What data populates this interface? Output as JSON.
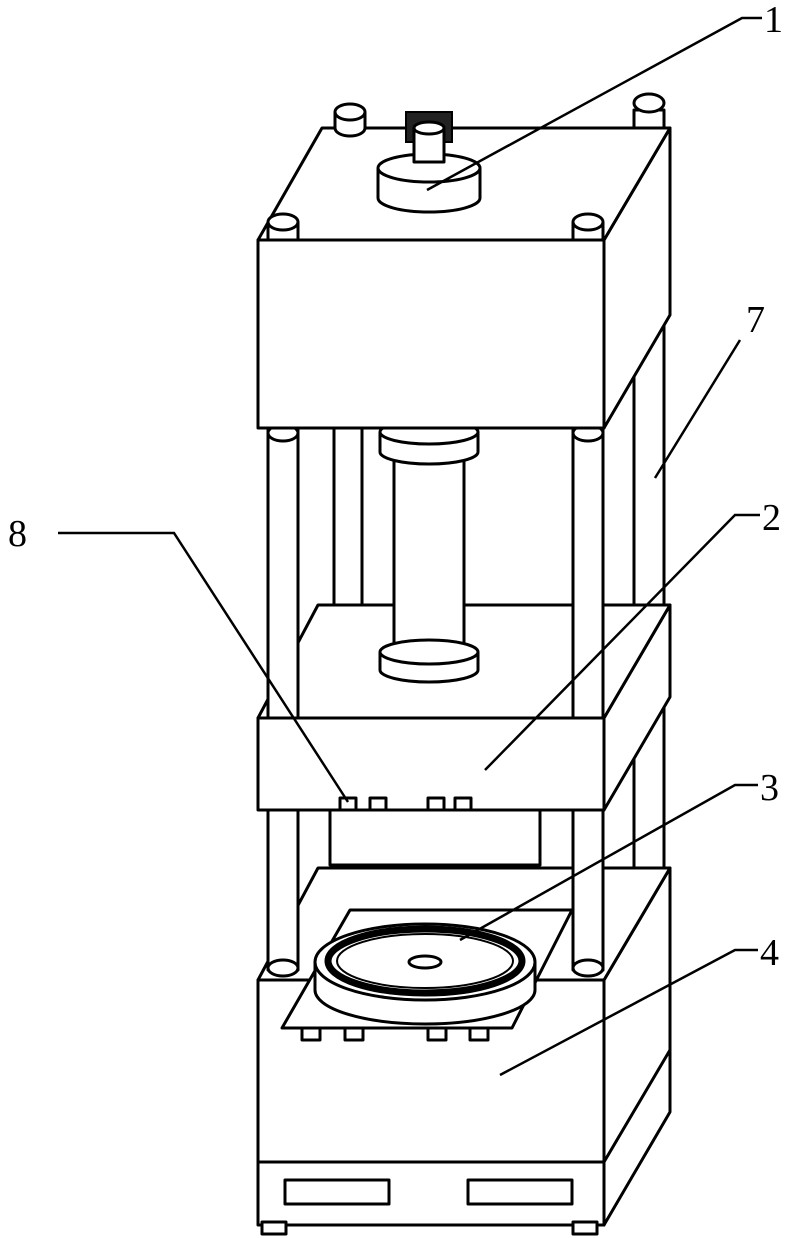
{
  "labels": {
    "top_cylinder": "1",
    "middle_plate": "2",
    "mold_platform": "3",
    "base_box": "4",
    "guide_column": "7",
    "locating_notch": "8"
  }
}
